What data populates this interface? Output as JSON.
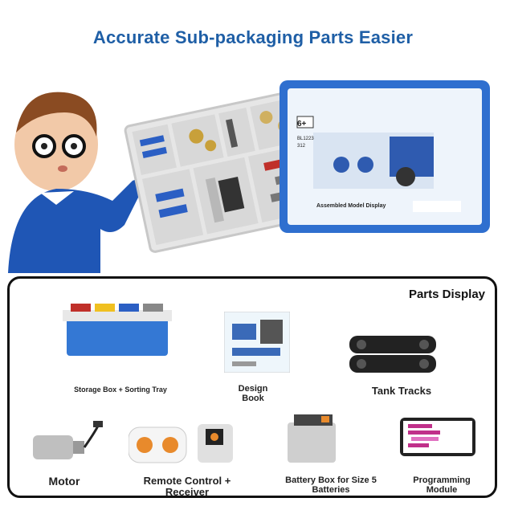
{
  "banner": {
    "title": "Accurate Sub-packaging Parts Easier"
  },
  "hero": {
    "box_label_age": "6+",
    "box_label_code": "BL1223",
    "box_label_count": "312",
    "box_label_caption": "Assembled Model Display"
  },
  "parts": {
    "title": "Parts Display",
    "items": [
      {
        "label": "Storage Box + Sorting Tray"
      },
      {
        "label": "Design Book"
      },
      {
        "label": "Tank Tracks"
      },
      {
        "label": "Motor"
      },
      {
        "label": "Remote Control + Receiver"
      },
      {
        "label": "Battery Box for Size 5 Batteries"
      },
      {
        "label": "Programming Module"
      }
    ]
  },
  "colors": {
    "accent_blue": "#1f5fa6",
    "box_blue": "#2f6fcf",
    "panel_border": "#111111"
  }
}
